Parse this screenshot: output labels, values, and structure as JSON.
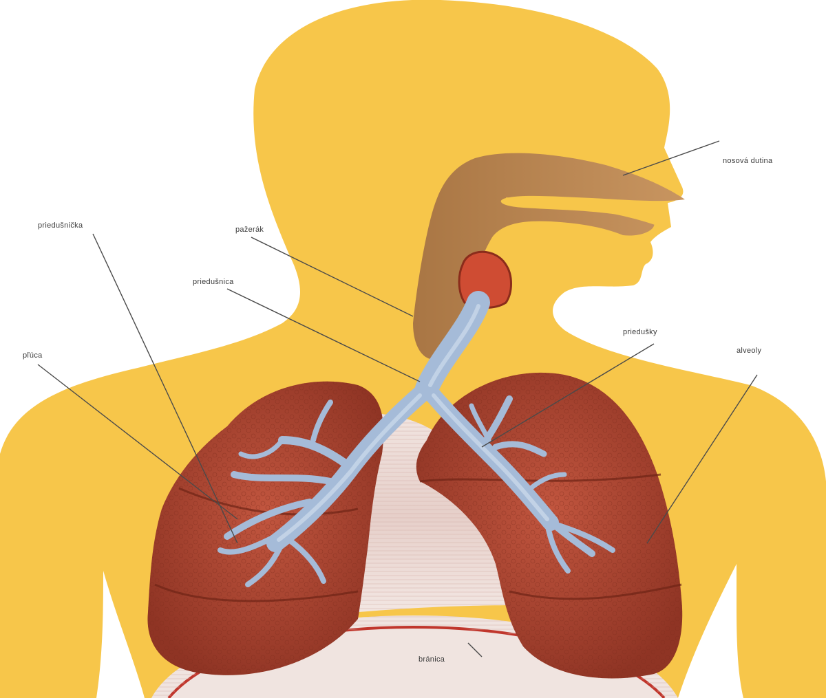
{
  "labels": {
    "nasal_cavity": "nosová dutina",
    "bronchiole": "priedušnička",
    "pharynx": "pažerák",
    "trachea": "priedušnica",
    "bronchus": "priedušky",
    "lung": "pľúca",
    "alveoli": "alveoly",
    "diaphragm": "bránica"
  },
  "colors": {
    "body": "#f7c64a",
    "airway": "#b8854f",
    "lung": "#b34a35",
    "bronchi": "#9fb6d6",
    "diaphragm": "#ede3df"
  }
}
